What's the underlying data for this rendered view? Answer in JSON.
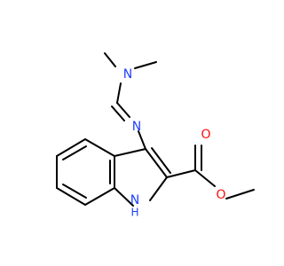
{
  "molecule": {
    "atoms": [
      {
        "id": "n_dimethyl",
        "symbol": "N",
        "color": "#1f3fff"
      },
      {
        "id": "n_imine",
        "symbol": "N",
        "color": "#1f3fff"
      },
      {
        "id": "n_indole",
        "symbol": "N",
        "color": "#1f3fff"
      },
      {
        "id": "h_indole",
        "symbol": "H",
        "color": "#1f3fff"
      },
      {
        "id": "o_carbonyl",
        "symbol": "O",
        "color": "#ff0d0d"
      },
      {
        "id": "o_ester",
        "symbol": "O",
        "color": "#ff0d0d"
      }
    ]
  },
  "colors": {
    "carbon_bond": "#000000",
    "nitrogen": "#1f3fff",
    "oxygen": "#ff0d0d",
    "background": "#ffffff"
  }
}
